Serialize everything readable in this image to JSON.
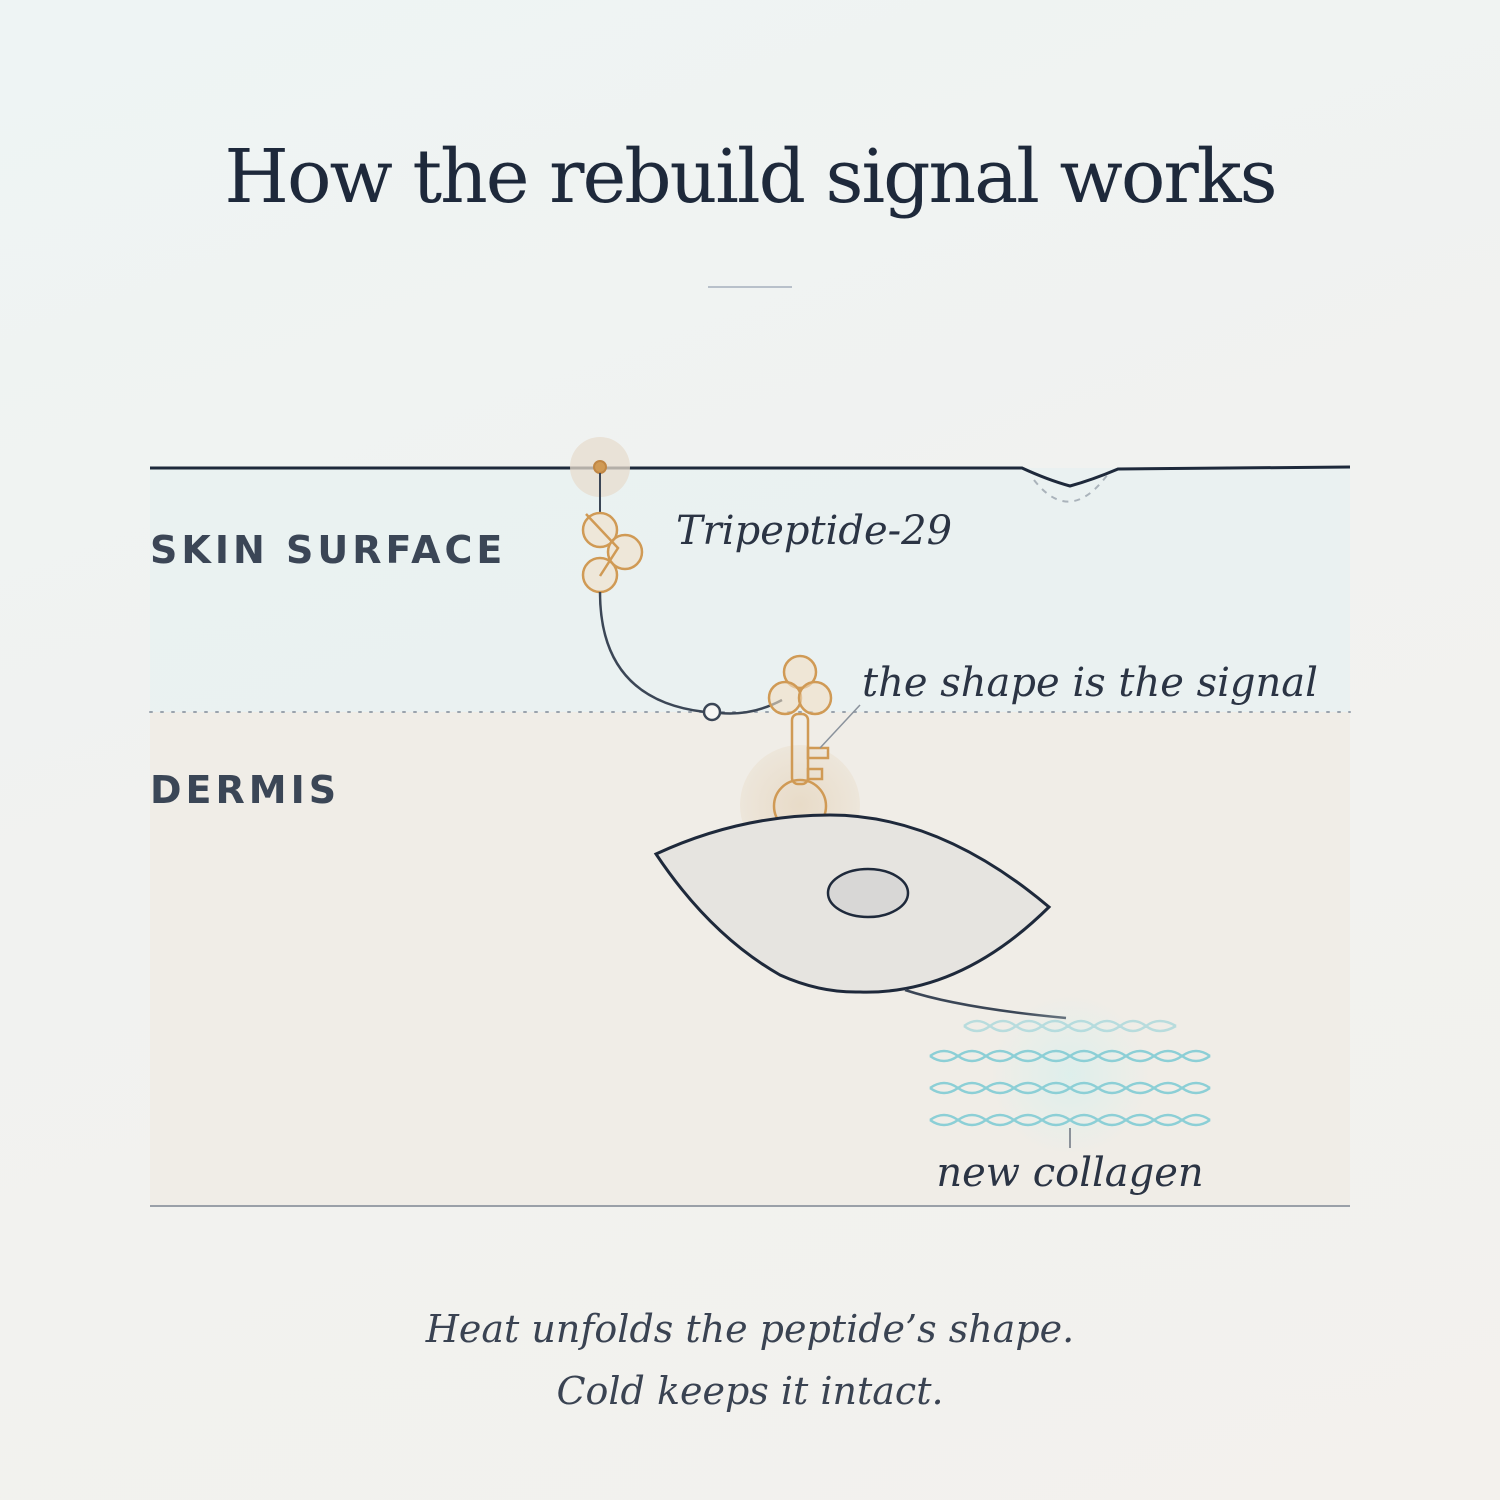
{
  "title": "How the rebuild signal works",
  "layers": {
    "surface": "SKIN SURFACE",
    "dermis": "DERMIS"
  },
  "annotations": {
    "peptide": "Tripeptide-29",
    "signal": "the shape is the signal",
    "collagen": "new collagen"
  },
  "caption": {
    "line1": "Heat unfolds the peptide’s shape.",
    "line2": "Cold keeps it intact."
  },
  "colors": {
    "ink": "#1e293b",
    "peptide": "#d09a55",
    "collagen": "#8ccfd6",
    "surface_layer": "#e9f1f1",
    "dermis_layer": "#efece6",
    "cell_fill": "#e6e4e0"
  }
}
